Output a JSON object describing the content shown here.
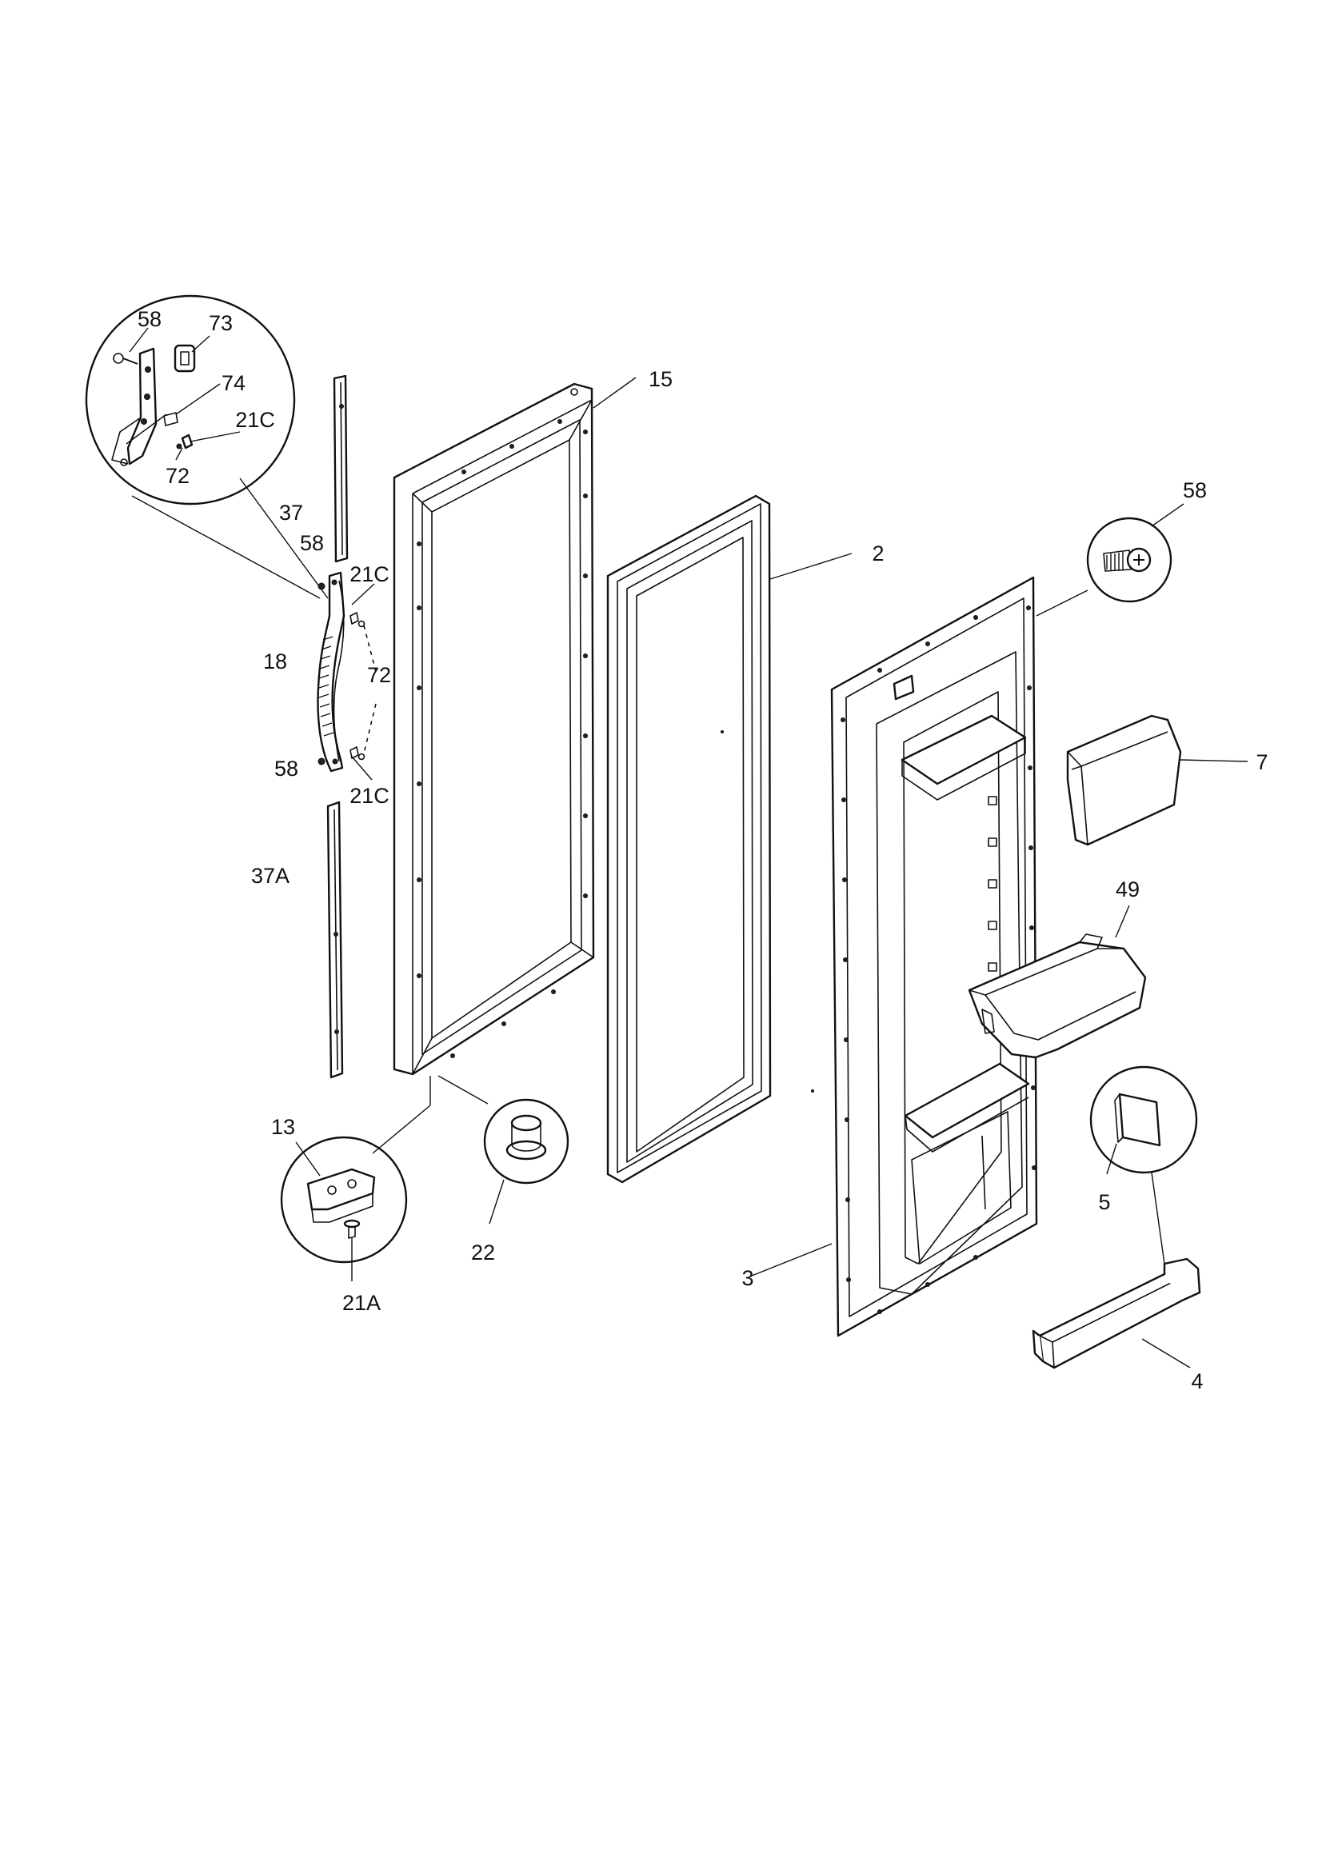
{
  "callouts": [
    {
      "id": "c-58-inset",
      "text": "58"
    },
    {
      "id": "c-73",
      "text": "73"
    },
    {
      "id": "c-74",
      "text": "74"
    },
    {
      "id": "c-21c-inset",
      "text": "21C"
    },
    {
      "id": "c-72-inset",
      "text": "72"
    },
    {
      "id": "c-15",
      "text": "15"
    },
    {
      "id": "c-37",
      "text": "37"
    },
    {
      "id": "c-58-upper",
      "text": "58"
    },
    {
      "id": "c-21c-upper",
      "text": "21C"
    },
    {
      "id": "c-18",
      "text": "18"
    },
    {
      "id": "c-72-handle",
      "text": "72"
    },
    {
      "id": "c-58-lower",
      "text": "58"
    },
    {
      "id": "c-21c-lower",
      "text": "21C"
    },
    {
      "id": "c-37a",
      "text": "37A"
    },
    {
      "id": "c-2",
      "text": "2"
    },
    {
      "id": "c-58-right",
      "text": "58"
    },
    {
      "id": "c-7",
      "text": "7"
    },
    {
      "id": "c-49",
      "text": "49"
    },
    {
      "id": "c-13",
      "text": "13"
    },
    {
      "id": "c-21a",
      "text": "21A"
    },
    {
      "id": "c-22",
      "text": "22"
    },
    {
      "id": "c-5",
      "text": "5"
    },
    {
      "id": "c-3",
      "text": "3"
    },
    {
      "id": "c-4",
      "text": "4"
    }
  ]
}
